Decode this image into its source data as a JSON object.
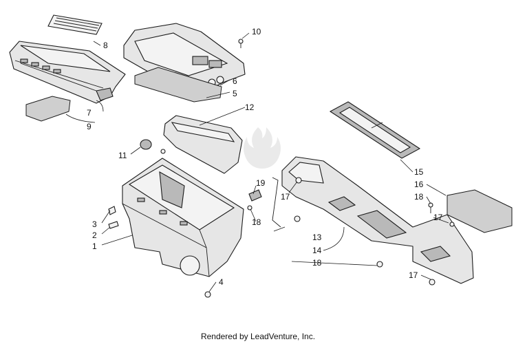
{
  "callouts": {
    "c1": "1",
    "c2": "2",
    "c3": "3",
    "c4": "4",
    "c5": "5",
    "c6": "6",
    "c7": "7",
    "c8": "8",
    "c9": "9",
    "c10": "10",
    "c11": "11",
    "c12": "12",
    "c13": "13",
    "c14": "14",
    "c15": "15",
    "c16": "16",
    "c17a": "17",
    "c17b": "17",
    "c17c": "17",
    "c18a": "18",
    "c18b": "18",
    "c18c": "18",
    "c19": "19"
  },
  "footer": "Rendered by LeadVenture, Inc.",
  "colors": {
    "line": "#1a1a1a",
    "fill": "#e6e6e6",
    "foam": "#cfcfcf",
    "background": "#ffffff"
  }
}
